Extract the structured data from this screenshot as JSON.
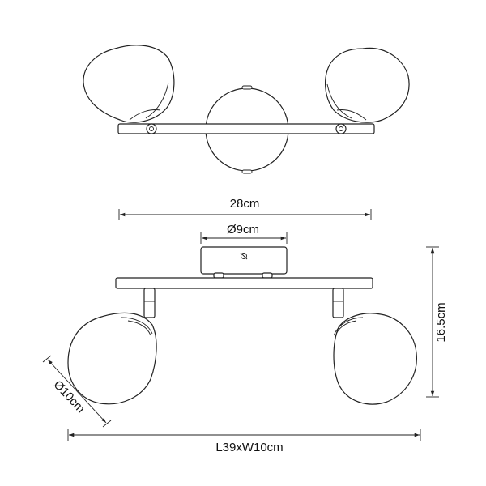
{
  "dimensions": {
    "length_between_heads": "28cm",
    "base_diameter": "Ø9cm",
    "height": "16.5cm",
    "shade_diameter": "Ø10cm",
    "overall": "L39xW10cm"
  },
  "colors": {
    "line": "#222222",
    "background": "#ffffff"
  }
}
